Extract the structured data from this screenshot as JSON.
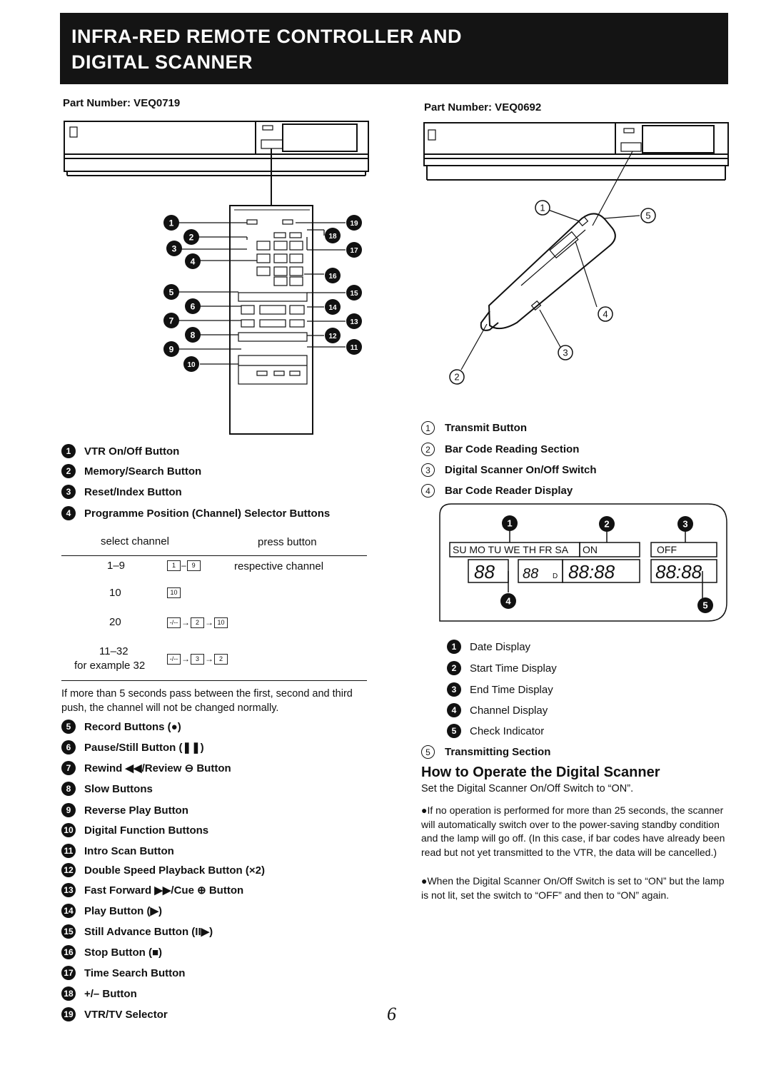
{
  "header": {
    "line1": "INFRA-RED REMOTE CONTROLLER AND",
    "line2": "DIGITAL SCANNER"
  },
  "left": {
    "part_number": "Part Number:  VEQ0719",
    "callouts": [
      "1",
      "2",
      "3",
      "4",
      "5",
      "6",
      "7",
      "8",
      "9",
      "10",
      "11",
      "12",
      "13",
      "14",
      "15",
      "16",
      "17",
      "18",
      "19"
    ],
    "items": [
      {
        "num": "1",
        "label": "VTR On/Off Button"
      },
      {
        "num": "2",
        "label": "Memory/Search Button"
      },
      {
        "num": "3",
        "label": "Reset/Index Button"
      },
      {
        "num": "4",
        "label": "Programme Position (Channel) Selector Buttons"
      }
    ],
    "channel_table": {
      "col1": "select channel",
      "col2": "press button",
      "rows": [
        {
          "channel": "1–9",
          "keys": [
            "1",
            "9"
          ],
          "note": "respective channel"
        },
        {
          "channel": "10",
          "keys": [
            "10"
          ]
        },
        {
          "channel": "20",
          "keys": [
            "-/--",
            "2",
            "10"
          ]
        },
        {
          "channel": "11–32",
          "example": "for example 32",
          "keys": [
            "-/--",
            "3",
            "2"
          ]
        }
      ]
    },
    "note": "If more than 5 seconds pass between the first, second and third push, the channel will not be changed normally.",
    "items2": [
      {
        "num": "5",
        "label": "Record Buttons (●)"
      },
      {
        "num": "6",
        "label": "Pause/Still Button (❚❚)"
      },
      {
        "num": "7",
        "label": "Rewind ◀◀/Review ⊖ Button"
      },
      {
        "num": "8",
        "label": "Slow Buttons"
      },
      {
        "num": "9",
        "label": "Reverse Play Button"
      },
      {
        "num": "10",
        "label": "Digital Function Buttons"
      },
      {
        "num": "11",
        "label": "Intro Scan Button"
      },
      {
        "num": "12",
        "label": "Double Speed Playback Button (×2)"
      },
      {
        "num": "13",
        "label": "Fast Forward ▶▶/Cue ⊕ Button"
      },
      {
        "num": "14",
        "label": "Play Button (▶)"
      },
      {
        "num": "15",
        "label": "Still Advance Button (II▶)"
      },
      {
        "num": "16",
        "label": "Stop Button (■)"
      },
      {
        "num": "17",
        "label": "Time Search Button"
      },
      {
        "num": "18",
        "label": "+/– Button"
      },
      {
        "num": "19",
        "label": "VTR/TV Selector"
      }
    ]
  },
  "right": {
    "part_number": "Part Number:  VEQ0692",
    "scanner_callouts": [
      "1",
      "2",
      "3",
      "4",
      "5"
    ],
    "items": [
      {
        "num": "1",
        "label": "Transmit Button"
      },
      {
        "num": "2",
        "label": "Bar Code Reading Section"
      },
      {
        "num": "3",
        "label": "Digital Scanner On/Off Switch"
      },
      {
        "num": "4",
        "label": "Bar Code Reader Display"
      }
    ],
    "display": {
      "days": "SU MO TU WE TH FR SA",
      "on": "ON",
      "off": "OFF",
      "digits_date": "88",
      "digits_channel": "88",
      "d_marker": "D",
      "digits_start": "88:88",
      "digits_end": "88:88",
      "callouts": [
        "1",
        "2",
        "3",
        "4",
        "5"
      ]
    },
    "display_items": [
      {
        "num": "1",
        "label": "Date Display"
      },
      {
        "num": "2",
        "label": "Start Time Display"
      },
      {
        "num": "3",
        "label": "End Time Display"
      },
      {
        "num": "4",
        "label": "Channel Display"
      },
      {
        "num": "5",
        "label": "Check Indicator"
      }
    ],
    "item5": {
      "num": "5",
      "label": "Transmitting Section"
    },
    "howto_title": "How to Operate the Digital Scanner",
    "howto_intro": "Set the Digital Scanner On/Off Switch to “ON”.",
    "bullet1": "●If no operation is performed for more than 25 seconds, the scanner will automatically switch over to the power-saving standby condition and the lamp will go off. (In this case, if bar codes have already been read but not yet transmitted to the VTR, the data will be cancelled.)",
    "bullet2": "●When the Digital Scanner On/Off Switch is set to “ON” but the lamp is not lit, set the switch to “OFF” and then to “ON” again."
  },
  "page_number": "6"
}
